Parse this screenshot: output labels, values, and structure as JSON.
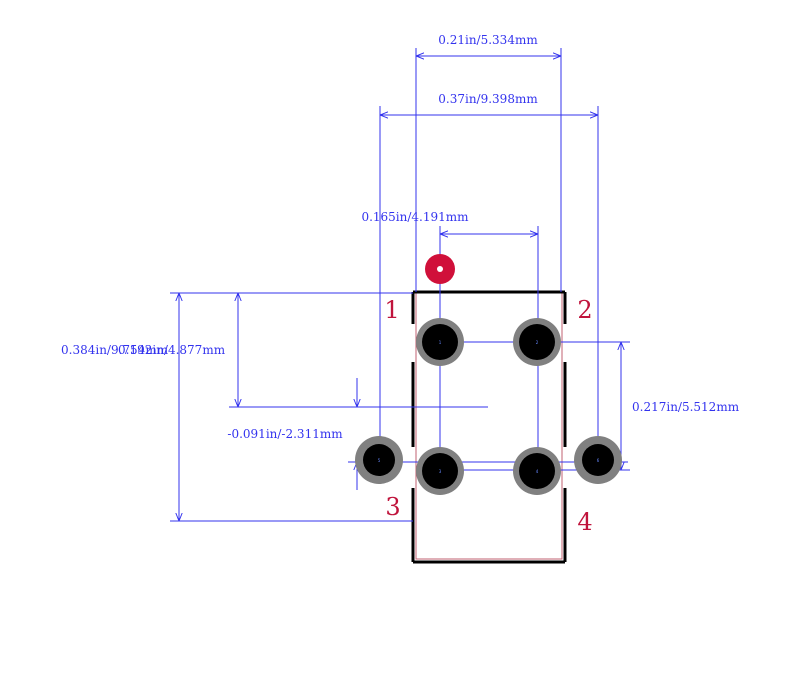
{
  "colors": {
    "dimension": "#3333ee",
    "pin_label": "#c0143c",
    "outline": "#000000",
    "courtyard": "#c06070",
    "pad_ring": "#808080",
    "pad_hole": "#000000",
    "marker": "#d0103a"
  },
  "dimensions": {
    "top_width": "0.21in/5.334mm",
    "overall_width": "0.37in/9.398mm",
    "pin_pitch": "0.165in/4.191mm",
    "overall_height": "0.384in/9.754mm",
    "height_overlap": "0.192in/4.877mm",
    "offset": "-0.091in/-2.311mm",
    "row_spacing": "0.217in/5.512mm"
  },
  "pin_labels": [
    "1",
    "2",
    "3",
    "4"
  ],
  "pads": [
    {
      "label": "1"
    },
    {
      "label": "2"
    },
    {
      "label": "3"
    },
    {
      "label": "4"
    },
    {
      "label": "5"
    },
    {
      "label": "6"
    }
  ]
}
